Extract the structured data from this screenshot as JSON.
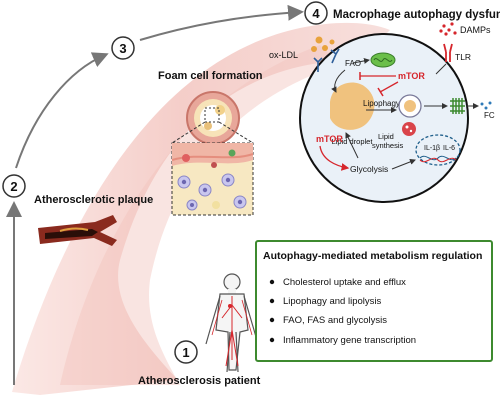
{
  "steps": [
    {
      "number": "1",
      "label": "Atherosclerosis patient"
    },
    {
      "number": "2",
      "label": "Atherosclerotic plaque"
    },
    {
      "number": "3",
      "label": "Foam cell formation"
    },
    {
      "number": "4",
      "label": "Macrophage autophagy dysfunction"
    }
  ],
  "cell": {
    "ox_ldl": "ox-LDL",
    "damps": "DAMPs",
    "tlr": "TLR",
    "fao": "FAO",
    "mtor_top": "mTOR",
    "mtor_left": "mTOR",
    "lipophagy": "Lipophagy",
    "lipid_droplet": "Lipid droplet",
    "lipid_synthesis_1": "Lipid",
    "lipid_synthesis_2": "synthesis",
    "glycolysis": "Glycolysis",
    "il1b": "IL-1β",
    "il6": "IL-6",
    "fc": "FC"
  },
  "regulation_box": {
    "title": "Autophagy-mediated metabolism regulation",
    "items": [
      "Cholesterol  uptake and efflux",
      "Lipophagy and lipolysis",
      "FAO, FAS and glycolysis",
      "Inflammatory gene transcription"
    ]
  },
  "colors": {
    "band": "#f6d4d0",
    "red": "#d6262c",
    "green": "#3d8a2f",
    "nucleus": "#1f5f8b"
  }
}
